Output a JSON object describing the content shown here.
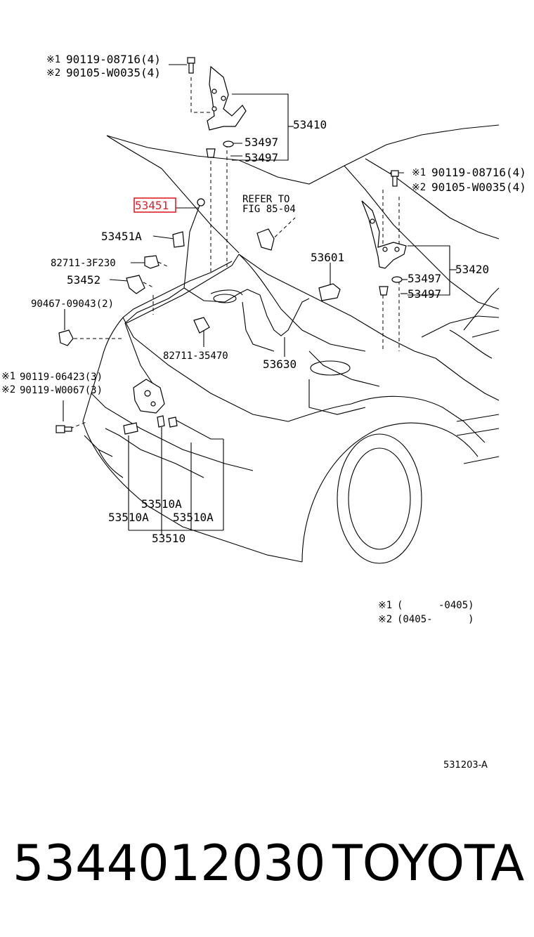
{
  "callouts": {
    "topLeft": {
      "note1_mark": "※1",
      "note1_part": "90119-08716(4)",
      "note2_mark": "※2",
      "note2_part": "90105-W0035(4)"
    },
    "topRight": {
      "note1_mark": "※1",
      "note1_part": "90119-08716(4)",
      "note2_mark": "※2",
      "note2_part": "90105-W0035(4)"
    },
    "left": {
      "note1_mark": "※1",
      "note1_part": "90119-06423(3)",
      "note2_mark": "※2",
      "note2_part": "90119-W0067(3)"
    },
    "refer_line1": "REFER TO",
    "refer_line2": "FIG 85-04"
  },
  "parts": {
    "p53410": "53410",
    "p53497a": "53497",
    "p53497b": "53497",
    "p53497c": "53497",
    "p53497d": "53497",
    "p53420": "53420",
    "p53451": "53451",
    "p53451A": "53451A",
    "p827113F230": "82711-3F230",
    "p53452": "53452",
    "p9046709043": "90467-09043(2)",
    "p53601": "53601",
    "p8271135470": "82711-35470",
    "p53630": "53630",
    "p53510Aa": "53510A",
    "p53510Ab": "53510A",
    "p53510Ac": "53510A",
    "p53510": "53510"
  },
  "highlight": {
    "part": "53451",
    "color": "#e0202a"
  },
  "legend": {
    "row1_mark": "※1",
    "row1_text": "(      -0405)",
    "row2_mark": "※2",
    "row2_text": "(0405-      )"
  },
  "diagram_code": "531203-A",
  "footer": {
    "part_number": "5344012030",
    "brand": "TOYOTA"
  }
}
